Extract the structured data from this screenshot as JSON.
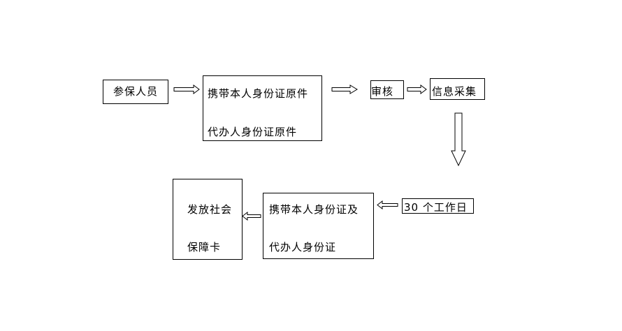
{
  "diagram": {
    "nodes": {
      "insured": {
        "label": "参保人员"
      },
      "bring_originals": {
        "line1": "携带本人身份证原件",
        "line2": "代办人身份证原件"
      },
      "review": {
        "label": "审核"
      },
      "info_collect": {
        "label": "信息采集"
      },
      "wait": {
        "label": "30 个工作日"
      },
      "bring_ids": {
        "line1": "携带本人身份证及",
        "line2": "代办人身份证"
      },
      "issue_card": {
        "line1": "发放社会",
        "line2": "保障卡"
      }
    },
    "edges": [
      {
        "from": "insured",
        "to": "bring_originals"
      },
      {
        "from": "bring_originals",
        "to": "review"
      },
      {
        "from": "review",
        "to": "info_collect"
      },
      {
        "from": "info_collect",
        "to": "wait"
      },
      {
        "from": "wait",
        "to": "bring_ids"
      },
      {
        "from": "bring_ids",
        "to": "issue_card"
      }
    ],
    "colors": {
      "line": "#000000",
      "background": "#ffffff"
    }
  }
}
